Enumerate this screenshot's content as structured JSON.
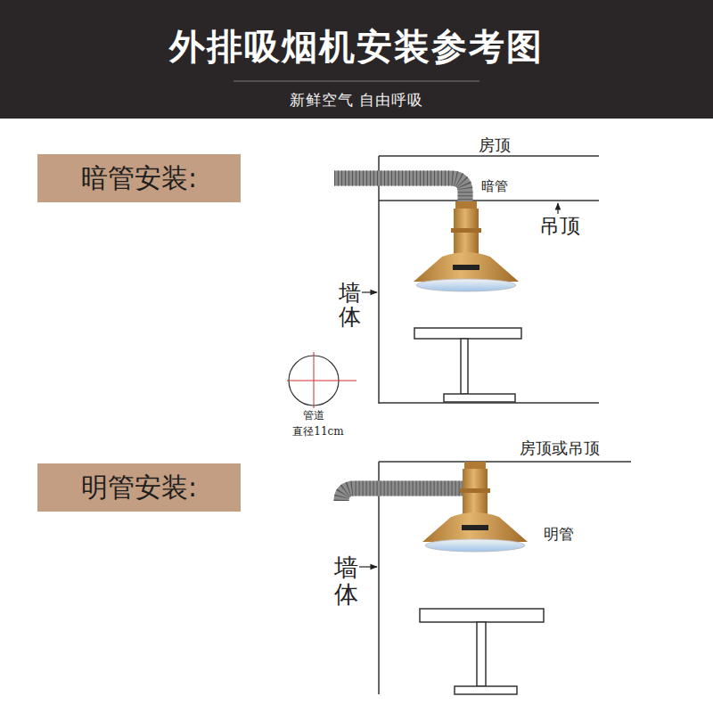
{
  "diagram": {
    "title": "外排吸烟机安装参考图",
    "nodes": [
      {
        "text": [
          "暗管安装:"
        ]
      },
      {
        "text": [
          "明管安装:"
        ]
      }
    ],
    "labels": [
      "新鲜空气 自由呼吸",
      "房顶",
      "暗管",
      "吊顶",
      "墙体",
      "管道",
      "直径11cm",
      "房顶或吊顶",
      "明管",
      "墙体"
    ]
  }
}
